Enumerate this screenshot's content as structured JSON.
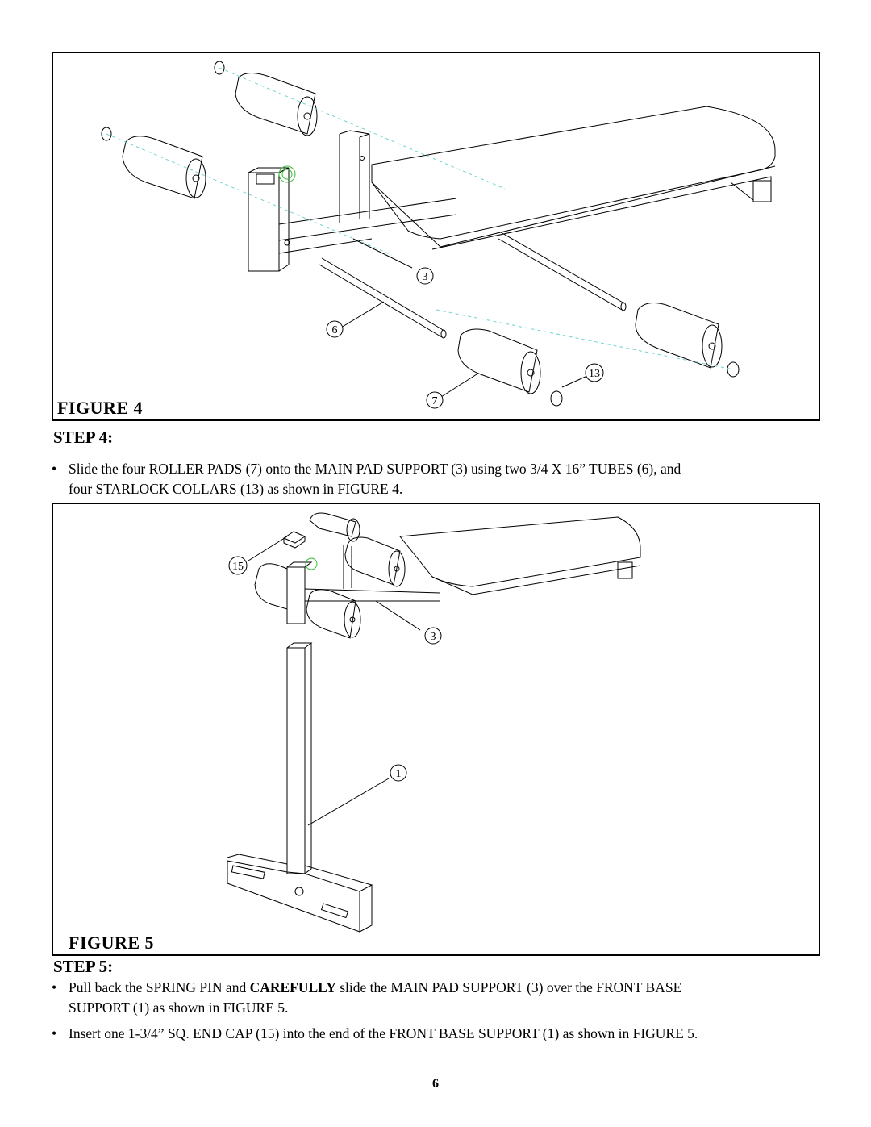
{
  "figure4": {
    "title": "FIGURE 4",
    "callouts": {
      "c3": "3",
      "c6": "6",
      "c7": "7",
      "c13": "13"
    }
  },
  "step4": {
    "heading": "STEP 4:",
    "bullets": [
      {
        "line1": "Slide the four ROLLER PADS (7) onto the MAIN PAD SUPPORT (3) using two 3/4 X 16” TUBES (6), and",
        "line2": "four STARLOCK COLLARS (13) as  shown in FIGURE 4."
      }
    ]
  },
  "figure5": {
    "title": "FIGURE 5",
    "callouts": {
      "c15": "15",
      "c3": "3",
      "c1": "1"
    }
  },
  "step5": {
    "heading": "STEP 5:",
    "bullets": [
      {
        "pre": " Pull back the SPRING PIN and ",
        "bold": "CAREFULLY",
        "post": " slide the MAIN PAD SUPPORT (3) over the FRONT BASE",
        "line2": "SUPPORT (1) as shown in FIGURE 5."
      },
      {
        "line1": "Insert one 1-3/4” SQ. END CAP (15) into the end of the FRONT BASE SUPPORT (1) as shown in FIGURE 5."
      }
    ]
  },
  "bullet_char": "•",
  "page_number": "6"
}
